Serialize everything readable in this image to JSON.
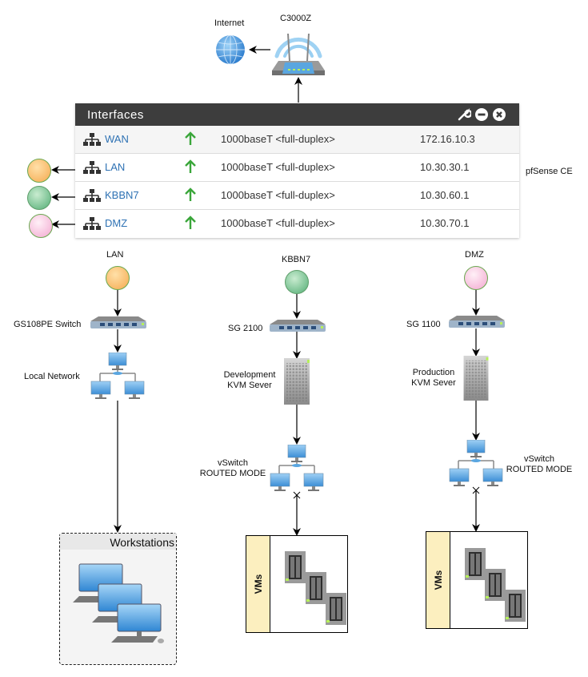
{
  "top": {
    "internet_label": "Internet",
    "router_label": "C3000Z"
  },
  "widget": {
    "title": "Interfaces",
    "actions": [
      {
        "name": "settings",
        "icon": "wrench-icon"
      },
      {
        "name": "minimize",
        "icon": "minus-circle-icon"
      },
      {
        "name": "close",
        "icon": "close-circle-icon"
      }
    ],
    "rows": [
      {
        "name": "WAN",
        "status": "up",
        "media": "1000baseT <full-duplex>",
        "ip": "172.16.10.3"
      },
      {
        "name": "LAN",
        "status": "up",
        "media": "1000baseT <full-duplex>",
        "ip": "10.30.30.1"
      },
      {
        "name": "KBBN7",
        "status": "up",
        "media": "1000baseT <full-duplex>",
        "ip": "10.30.60.1"
      },
      {
        "name": "DMZ",
        "status": "up",
        "media": "1000baseT <full-duplex>",
        "ip": "10.30.70.1"
      }
    ],
    "side_label": "pfSense CE"
  },
  "colors": {
    "lan": "#f5a94e",
    "kbbn7": "#53ad75",
    "dmz": "#f2a7cf",
    "status_up": "#3aa63a",
    "link": "#2f72b4",
    "header": "#3d3d3d"
  },
  "columns": {
    "lan": {
      "title": "LAN",
      "switch": "GS108PE Switch",
      "network": "Local Network",
      "group": "Workstations"
    },
    "kbbn7": {
      "title": "KBBN7",
      "switch": "SG 2100",
      "server_line1": "Development",
      "server_line2": "KVM Sever",
      "vswitch_line1": "vSwitch",
      "vswitch_line2": "ROUTED MODE",
      "vms": "VMs"
    },
    "dmz": {
      "title": "DMZ",
      "switch": "SG 1100",
      "server_line1": "Production",
      "server_line2": "KVM Sever",
      "vswitch_line1": "vSwitch",
      "vswitch_line2": "ROUTED MODE",
      "vms": "VMs"
    }
  }
}
